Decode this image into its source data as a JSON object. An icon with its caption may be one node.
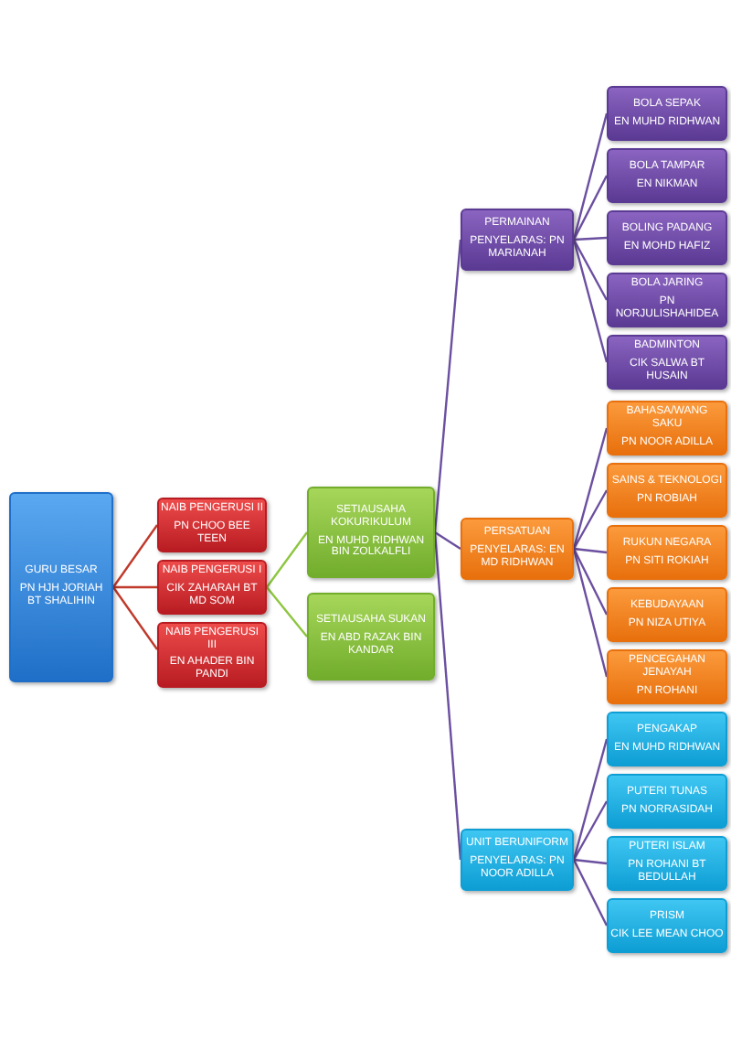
{
  "diagram": {
    "nodes": [
      {
        "text": [
          "GURU BESAR",
          "PN HJH JORIAH BT SHALIHIN"
        ]
      },
      {
        "text": [
          "NAIB PENGERUSI II",
          "PN CHOO BEE TEEN"
        ]
      },
      {
        "text": [
          "NAIB PENGERUSI I",
          "CIK ZAHARAH BT MD SOM"
        ]
      },
      {
        "text": [
          "NAIB PENGERUSI III",
          "EN AHADER BIN PANDI"
        ]
      },
      {
        "text": [
          "SETIAUSAHA KOKURIKULUM",
          "EN MUHD RIDHWAN BIN ZOLKALFLI"
        ]
      },
      {
        "text": [
          "SETIAUSAHA SUKAN",
          "EN ABD RAZAK BIN KANDAR"
        ]
      },
      {
        "text": [
          "PERMAINAN",
          "PENYELARAS: PN MARIANAH"
        ]
      },
      {
        "text": [
          "BOLA SEPAK",
          "EN MUHD RIDHWAN"
        ]
      },
      {
        "text": [
          "BOLA TAMPAR",
          "EN NIKMAN"
        ]
      },
      {
        "text": [
          "BOLING PADANG",
          "EN MOHD HAFIZ"
        ]
      },
      {
        "text": [
          "BOLA JARING",
          "PN NORJULISHAHIDEA"
        ]
      },
      {
        "text": [
          "BADMINTON",
          "CIK SALWA BT HUSAIN"
        ]
      },
      {
        "text": [
          "PERSATUAN",
          "PENYELARAS: EN MD RIDHWAN"
        ]
      },
      {
        "text": [
          "BAHASA/WANG SAKU",
          "PN NOOR ADILLA"
        ]
      },
      {
        "text": [
          "SAINS & TEKNOLOGI",
          "PN ROBIAH"
        ]
      },
      {
        "text": [
          "RUKUN NEGARA",
          "PN SITI ROKIAH"
        ]
      },
      {
        "text": [
          "KEBUDAYAAN",
          "PN NIZA UTIYA"
        ]
      },
      {
        "text": [
          "PENCEGAHAN JENAYAH",
          "PN ROHANI"
        ]
      },
      {
        "text": [
          "UNIT BERUNIFORM",
          "PENYELARAS: PN NOOR ADILLA"
        ]
      },
      {
        "text": [
          "PENGAKAP",
          "EN MUHD RIDHWAN"
        ]
      },
      {
        "text": [
          "PUTERI TUNAS",
          "PN NORRASIDAH"
        ]
      },
      {
        "text": [
          "PUTERI ISLAM",
          "PN ROHANI BT BEDULLAH"
        ]
      },
      {
        "text": [
          "PRISM",
          "CIK LEE MEAN CHOO"
        ]
      }
    ],
    "edges": [
      {
        "from": 0,
        "to": 1,
        "arrow": "none",
        "color": "#c0392b"
      },
      {
        "from": 0,
        "to": 2,
        "arrow": "none",
        "color": "#c0392b"
      },
      {
        "from": 0,
        "to": 3,
        "arrow": "none",
        "color": "#c0392b"
      },
      {
        "from": 2,
        "to": 4,
        "arrow": "none",
        "color": "#8dc63f"
      },
      {
        "from": 2,
        "to": 5,
        "arrow": "none",
        "color": "#8dc63f"
      },
      {
        "from": 4,
        "to": 6,
        "arrow": "none"
      },
      {
        "from": 4,
        "to": 12,
        "arrow": "none"
      },
      {
        "from": 4,
        "to": 18,
        "arrow": "none"
      },
      {
        "from": 6,
        "to": 7,
        "arrow": "none"
      },
      {
        "from": 6,
        "to": 8,
        "arrow": "none"
      },
      {
        "from": 6,
        "to": 9,
        "arrow": "none"
      },
      {
        "from": 6,
        "to": 10,
        "arrow": "none"
      },
      {
        "from": 6,
        "to": 11,
        "arrow": "none"
      },
      {
        "from": 12,
        "to": 13,
        "arrow": "none"
      },
      {
        "from": 12,
        "to": 14,
        "arrow": "none"
      },
      {
        "from": 12,
        "to": 15,
        "arrow": "none"
      },
      {
        "from": 12,
        "to": 16,
        "arrow": "none"
      },
      {
        "from": 12,
        "to": 17,
        "arrow": "none"
      },
      {
        "from": 18,
        "to": 19,
        "arrow": "none"
      },
      {
        "from": 18,
        "to": 20,
        "arrow": "none"
      },
      {
        "from": 18,
        "to": 21,
        "arrow": "none"
      },
      {
        "from": 18,
        "to": 22,
        "arrow": "none"
      }
    ]
  }
}
